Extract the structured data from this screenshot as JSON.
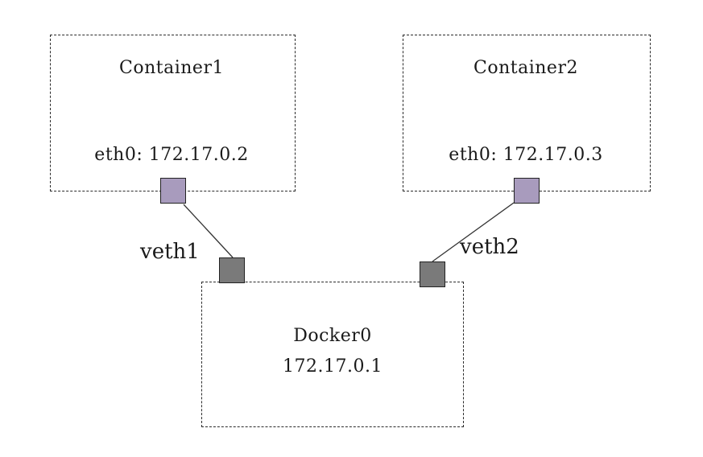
{
  "container1": {
    "title": "Container1",
    "eth": "eth0: 172.17.0.2"
  },
  "container2": {
    "title": "Container2",
    "eth": "eth0: 172.17.0.3"
  },
  "docker0": {
    "title": "Docker0",
    "ip": "172.17.0.1"
  },
  "links": {
    "veth1": "veth1",
    "veth2": "veth2"
  },
  "colors": {
    "eth_port": "#a89bbd",
    "veth_port": "#7a7a7a",
    "border": "#2b2b2b"
  }
}
